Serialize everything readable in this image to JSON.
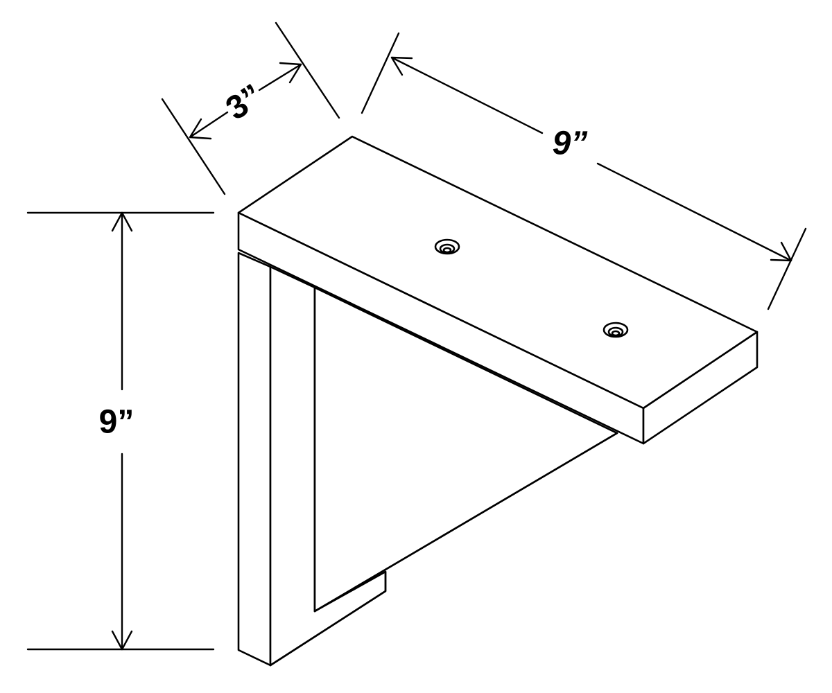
{
  "dimensions": {
    "depth_label": "3”",
    "length_label": "9”",
    "height_label": "9”"
  },
  "colors": {
    "stroke": "#000000",
    "fill": "#ffffff"
  }
}
